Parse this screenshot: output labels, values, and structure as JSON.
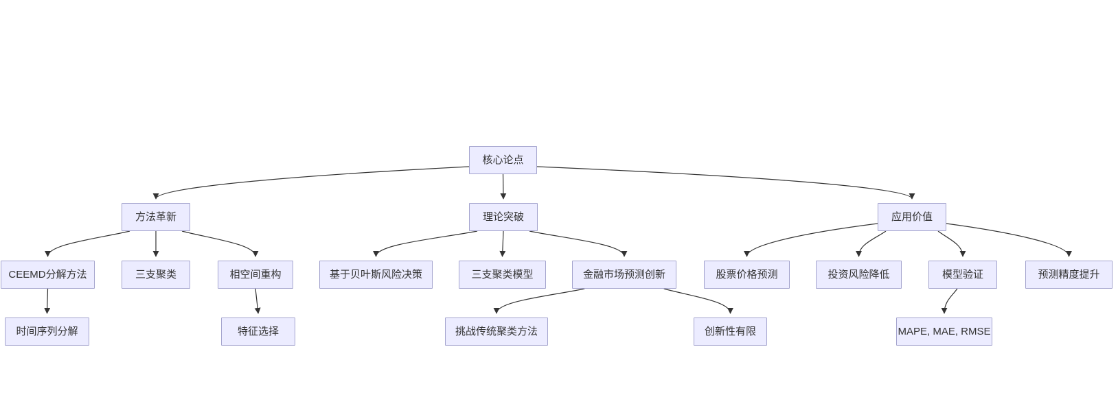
{
  "diagram": {
    "type": "flowchart",
    "direction": "top-down",
    "root_label": "核心论点",
    "nodes": [
      {
        "id": "core",
        "label": "核心论点",
        "level": 1
      },
      {
        "id": "method",
        "label": "方法革新",
        "level": 2
      },
      {
        "id": "theory",
        "label": "理论突破",
        "level": 2
      },
      {
        "id": "value",
        "label": "应用价值",
        "level": 2
      },
      {
        "id": "ceemd",
        "label": "CEEMD分解方法",
        "level": 3
      },
      {
        "id": "threeway",
        "label": "三支聚类",
        "level": 3
      },
      {
        "id": "phase",
        "label": "相空间重构",
        "level": 3
      },
      {
        "id": "bayes",
        "label": "基于贝叶斯风险决策",
        "level": 3
      },
      {
        "id": "threemodel",
        "label": "三支聚类模型",
        "level": 3
      },
      {
        "id": "finance",
        "label": "金融市场预测创新",
        "level": 3
      },
      {
        "id": "stock",
        "label": "股票价格预测",
        "level": 3
      },
      {
        "id": "risk",
        "label": "投资风险降低",
        "level": 3
      },
      {
        "id": "modelval",
        "label": "模型验证",
        "level": 3
      },
      {
        "id": "precision",
        "label": "预测精度提升",
        "level": 3
      },
      {
        "id": "timeseries",
        "label": "时间序列分解",
        "level": 4
      },
      {
        "id": "feature",
        "label": "特征选择",
        "level": 4
      },
      {
        "id": "challenge",
        "label": "挑战传统聚类方法",
        "level": 4
      },
      {
        "id": "limited",
        "label": "创新性有限",
        "level": 4
      },
      {
        "id": "metrics",
        "label": "MAPE, MAE, RMSE",
        "level": 4
      }
    ],
    "edges": [
      {
        "from": "core",
        "to": "method"
      },
      {
        "from": "core",
        "to": "theory"
      },
      {
        "from": "core",
        "to": "value"
      },
      {
        "from": "method",
        "to": "ceemd"
      },
      {
        "from": "method",
        "to": "threeway"
      },
      {
        "from": "method",
        "to": "phase"
      },
      {
        "from": "theory",
        "to": "bayes"
      },
      {
        "from": "theory",
        "to": "threemodel"
      },
      {
        "from": "theory",
        "to": "finance"
      },
      {
        "from": "value",
        "to": "stock"
      },
      {
        "from": "value",
        "to": "risk"
      },
      {
        "from": "value",
        "to": "modelval"
      },
      {
        "from": "value",
        "to": "precision"
      },
      {
        "from": "ceemd",
        "to": "timeseries"
      },
      {
        "from": "phase",
        "to": "feature"
      },
      {
        "from": "finance",
        "to": "challenge"
      },
      {
        "from": "finance",
        "to": "limited"
      },
      {
        "from": "modelval",
        "to": "metrics"
      }
    ],
    "colors": {
      "node_fill": "#ECECFF",
      "node_border": "#A3A3CD",
      "edge": "#333333",
      "text": "#333333",
      "background": "#FFFFFF"
    }
  }
}
